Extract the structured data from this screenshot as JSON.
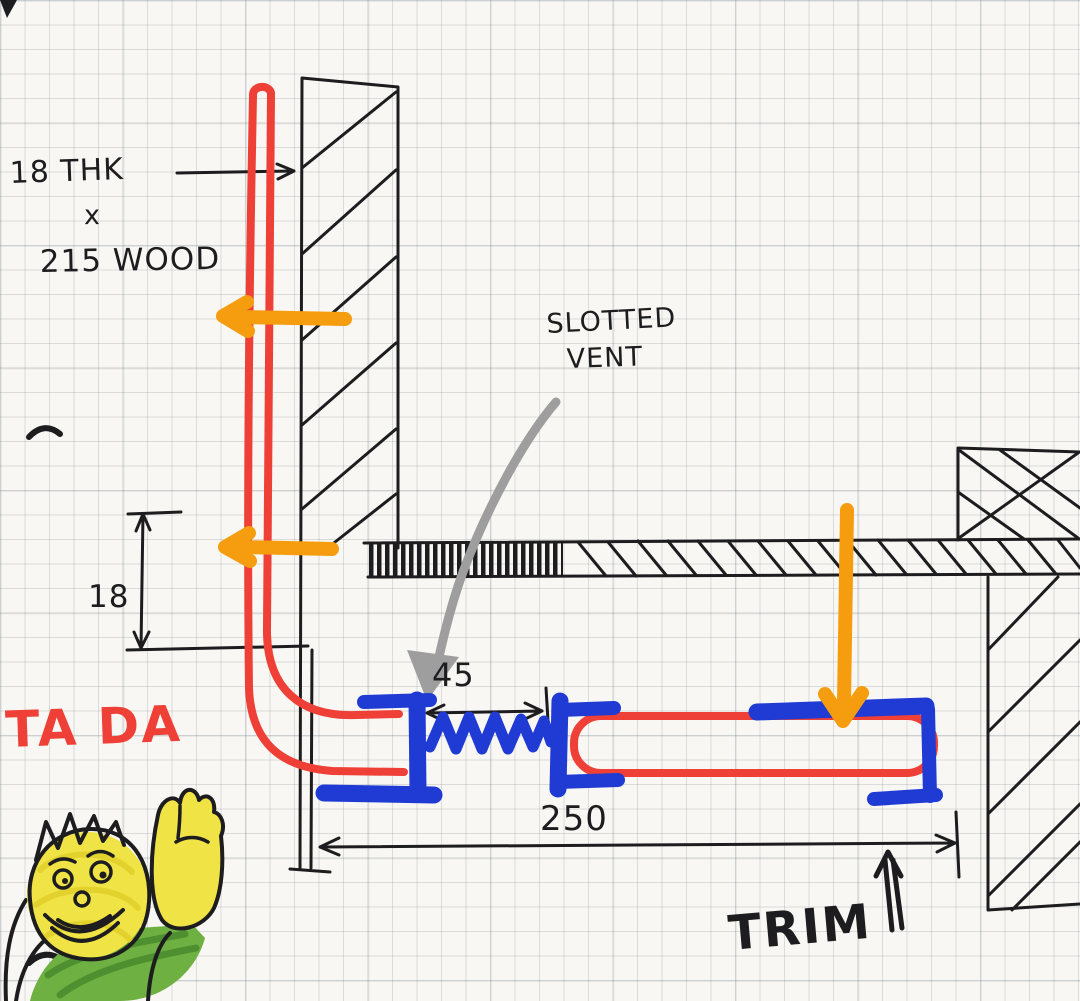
{
  "diagram": {
    "kind": "hand-drawn joinery vent detail sketch on graph paper",
    "notes": {
      "material_line1": "18 THK",
      "material_line2": "x",
      "material_line3": "215 WOOD",
      "vent_line1": "SLOTTED",
      "vent_line2": "VENT",
      "trim": "TRIM",
      "tada": "TA DA"
    },
    "dimensions": {
      "thickness": "18",
      "vent_width": "45",
      "overall": "250"
    },
    "colors": {
      "ink": "#1d1d1f",
      "red_marker": "#ee4037",
      "orange_marker": "#f59d0e",
      "blue_marker": "#1f3bd4",
      "gray_marker": "#9e9e9e",
      "yellow_marker": "#f0e345",
      "green_marker": "#6fb043",
      "paper": "#f8f7f3",
      "grid_line": "#d7d9da"
    }
  }
}
